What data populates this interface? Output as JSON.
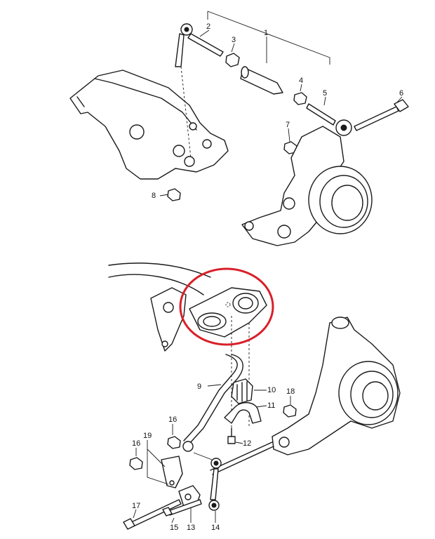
{
  "diagram": {
    "type": "exploded parts diagram - front suspension",
    "highlight_color": "#d8202a",
    "callouts": [
      {
        "id": "c1",
        "text": "1"
      },
      {
        "id": "c2",
        "text": "2"
      },
      {
        "id": "c3",
        "text": "3"
      },
      {
        "id": "c4",
        "text": "4"
      },
      {
        "id": "c5",
        "text": "5"
      },
      {
        "id": "c6",
        "text": "6"
      },
      {
        "id": "c7",
        "text": "7"
      },
      {
        "id": "c8",
        "text": "8"
      },
      {
        "id": "c9",
        "text": "9"
      },
      {
        "id": "c10",
        "text": "10"
      },
      {
        "id": "c11",
        "text": "11"
      },
      {
        "id": "c12",
        "text": "12"
      },
      {
        "id": "c13",
        "text": "13"
      },
      {
        "id": "c14",
        "text": "14"
      },
      {
        "id": "c15",
        "text": "15"
      },
      {
        "id": "c16a",
        "text": "16"
      },
      {
        "id": "c16b",
        "text": "16"
      },
      {
        "id": "c17",
        "text": "17"
      },
      {
        "id": "c18",
        "text": "18"
      },
      {
        "id": "c19",
        "text": "19"
      }
    ]
  }
}
